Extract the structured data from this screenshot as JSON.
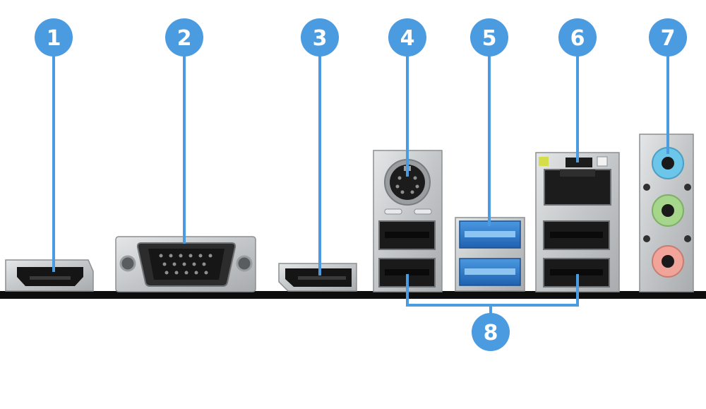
{
  "colors": {
    "callout": "#4a9be0",
    "metal": "#c9cbcc",
    "port_black": "#151515",
    "usb3_blue": "#2f7fd0",
    "audio_blue": "#6cc6ea",
    "audio_green": "#a6d58c",
    "audio_pink": "#f0a49a"
  },
  "callouts": [
    {
      "number": "1",
      "port": "hdmi-port"
    },
    {
      "number": "2",
      "port": "vga-port"
    },
    {
      "number": "3",
      "port": "displayport-port"
    },
    {
      "number": "4",
      "port": "ps2-port"
    },
    {
      "number": "5",
      "port": "usb3-ports"
    },
    {
      "number": "6",
      "port": "lan-port"
    },
    {
      "number": "7",
      "port": "audio-jacks"
    },
    {
      "number": "8",
      "port": "usb2-ports"
    }
  ],
  "icons": [
    "hdmi-port-icon",
    "vga-port-icon",
    "displayport-port-icon",
    "ps2-port-icon",
    "usb-port-icon",
    "rj45-port-icon",
    "audio-jack-icon"
  ]
}
